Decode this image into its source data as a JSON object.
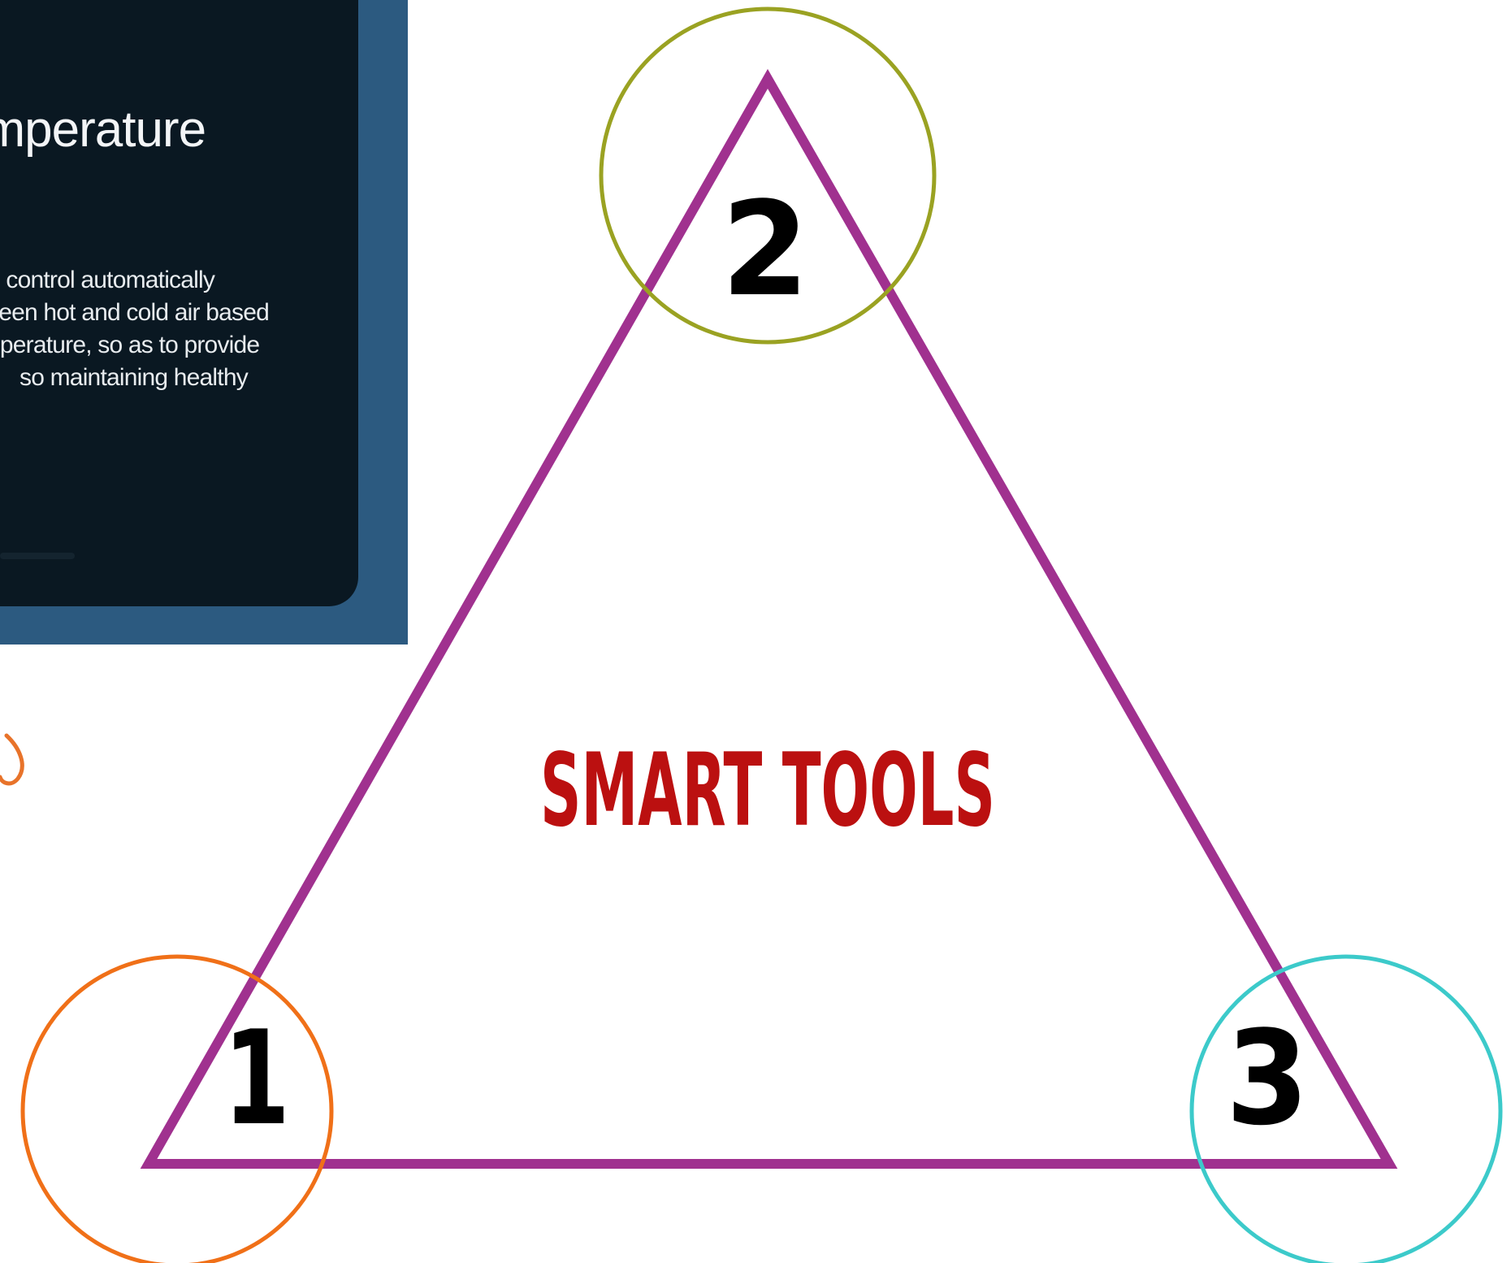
{
  "screenshot_card": {
    "heading": "emperature",
    "body_lines": [
      "e control automatically",
      "veen hot and cold air based",
      "nperature, so as to provide",
      "so maintaining healthy"
    ]
  },
  "diagram": {
    "center_label": "SMART TOOLS",
    "nodes": [
      {
        "label": "1",
        "ring_color": "#f07018"
      },
      {
        "label": "2",
        "ring_color": "#9aa222"
      },
      {
        "label": "3",
        "ring_color": "#3ccaca"
      }
    ],
    "triangle_color": "#a0318f",
    "label_color": "#bb1010",
    "number_color": "#000000",
    "doodle_color": "#e8732a"
  }
}
